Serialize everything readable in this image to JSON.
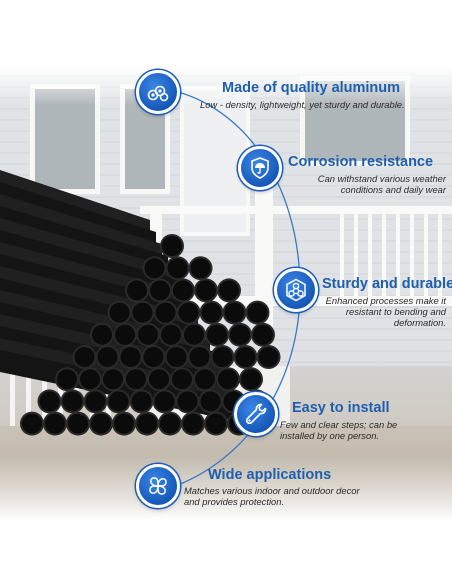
{
  "features": [
    {
      "title": "Made of quality aluminum",
      "desc": "Low - density, lightweight, yet sturdy and durable.",
      "icon": "pipes-icon"
    },
    {
      "title": "Corrosion resistance",
      "desc": "Can withstand various weather conditions and daily wear",
      "icon": "umbrella-shield-icon"
    },
    {
      "title": "Sturdy and durable",
      "desc": "Enhanced processes make it resistant to bending and deformation.",
      "icon": "hexagon-structure-icon"
    },
    {
      "title": "Easy to install",
      "desc": "Few and clear steps; can be installed by one person.",
      "icon": "wrench-icon"
    },
    {
      "title": "Wide applications",
      "desc": "Matches various indoor and outdoor decor and provides protection.",
      "icon": "four-leaf-icon"
    }
  ],
  "colors": {
    "accent": "#1f5fae",
    "badge": "#1658b8",
    "pipe": "#0b0b0b"
  }
}
